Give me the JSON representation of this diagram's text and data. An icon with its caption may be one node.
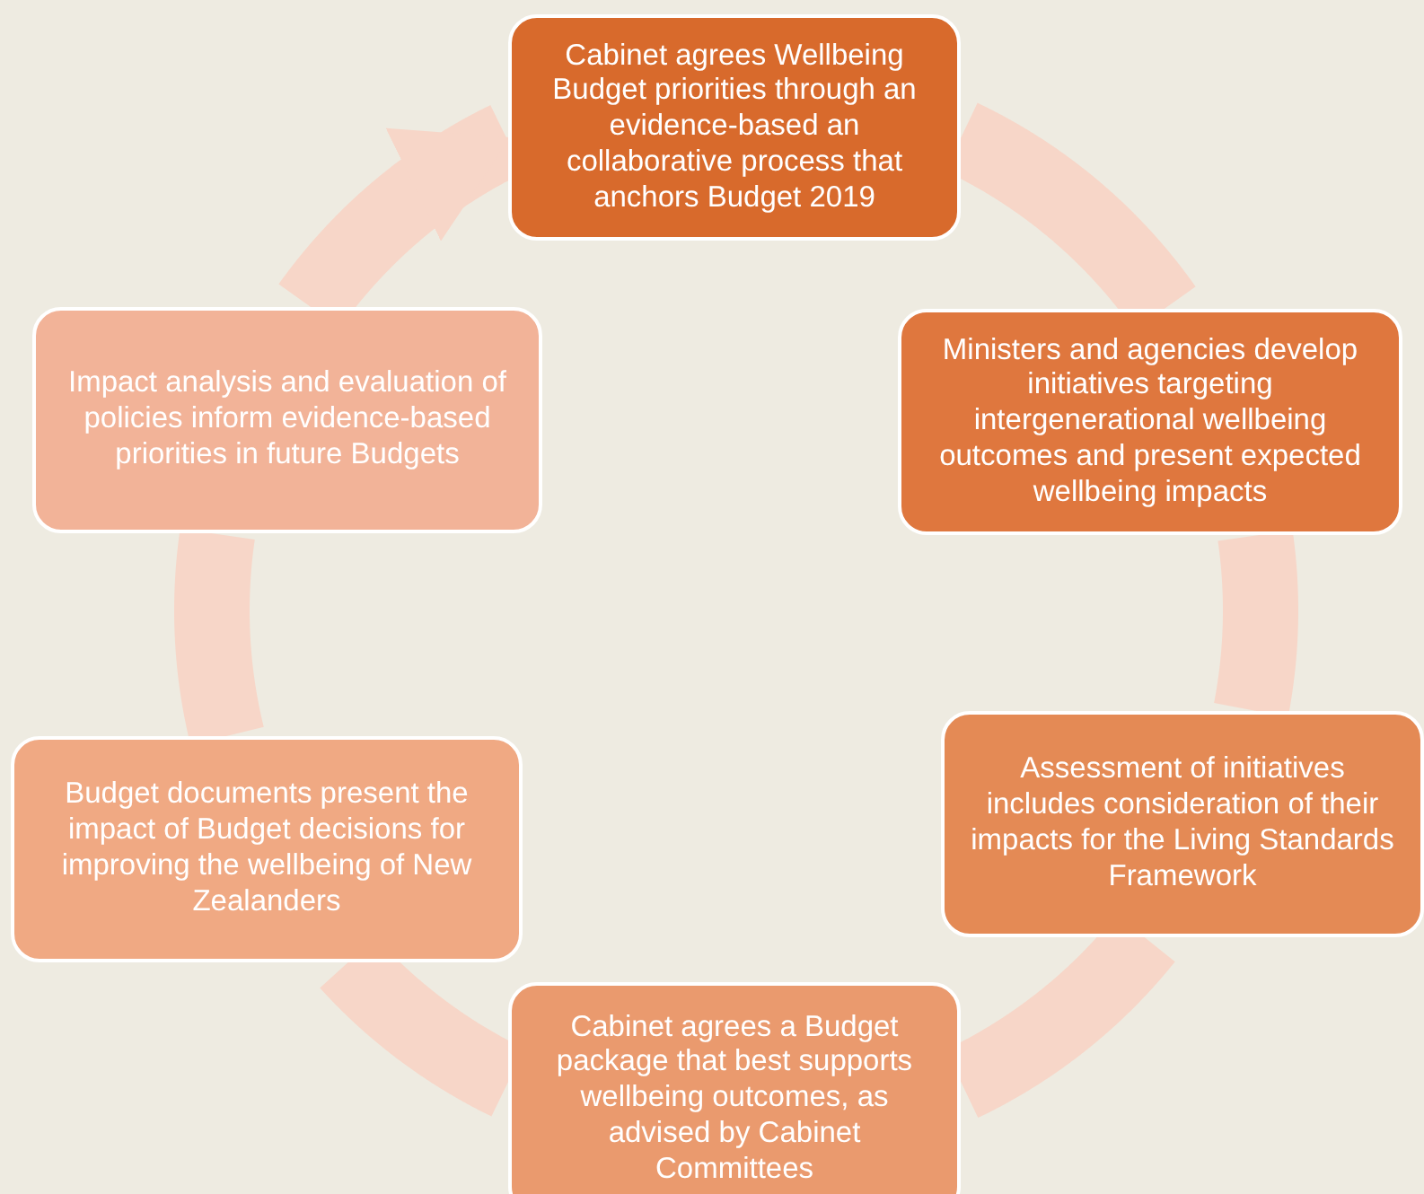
{
  "diagram": {
    "nodes": [
      {
        "text": [
          "Cabinet agrees Wellbeing Budget priorities through an evidence-based an collaborative process that anchors Budget 2019"
        ]
      },
      {
        "text": [
          "Ministers and agencies develop initiatives targeting intergenerational wellbeing outcomes and present expected wellbeing impacts"
        ]
      },
      {
        "text": [
          "Assessment of initiatives includes consideration of their impacts for the Living Standards Framework"
        ]
      },
      {
        "text": [
          "Cabinet agrees a Budget package that best supports wellbeing outcomes, as advised by Cabinet Committees"
        ]
      },
      {
        "text": [
          "Budget documents present the impact of Budget decisions for improving the wellbeing of New Zealanders"
        ]
      },
      {
        "text": [
          "Impact analysis and evaluation of policies inform evidence-based priorities in future Budgets"
        ]
      }
    ],
    "edges": [
      {
        "from": 0,
        "to": 1,
        "arrow": "none"
      },
      {
        "from": 1,
        "to": 2,
        "arrow": "none"
      },
      {
        "from": 2,
        "to": 3,
        "arrow": "none"
      },
      {
        "from": 3,
        "to": 4,
        "arrow": "none"
      },
      {
        "from": 4,
        "to": 5,
        "arrow": "none"
      },
      {
        "from": 5,
        "to": 0,
        "arrow": "to"
      }
    ]
  }
}
